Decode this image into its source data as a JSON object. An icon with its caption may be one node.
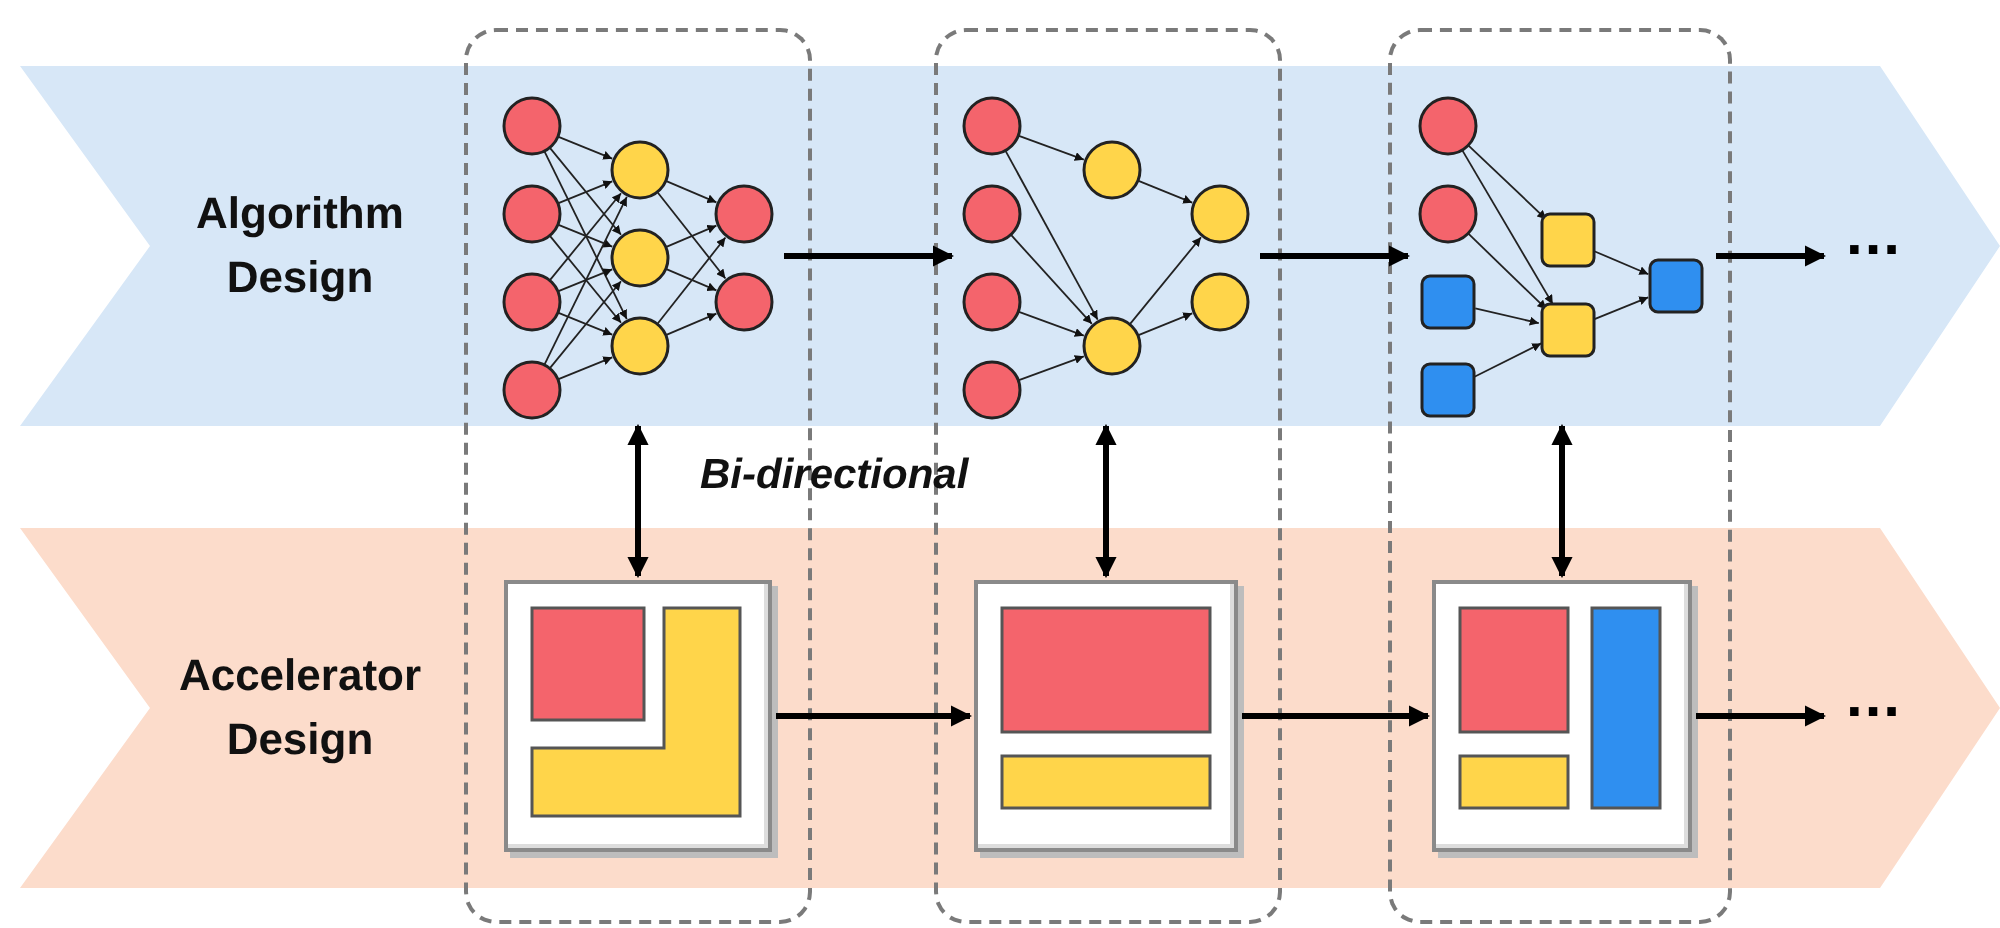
{
  "diagram": {
    "nodes": [
      {
        "text": [
          "Algorithm Design"
        ]
      },
      {
        "text": [
          "Accelerator Design"
        ]
      },
      {
        "text": [],
        "shape": "picture",
        "in": 0
      },
      {
        "text": [],
        "shape": "picture",
        "in": 0
      },
      {
        "text": [],
        "shape": "picture",
        "in": 0
      },
      {
        "text": [
          "..."
        ],
        "in": 0
      },
      {
        "text": [],
        "shape": "picture",
        "in": 1
      },
      {
        "text": [],
        "shape": "picture",
        "in": 1
      },
      {
        "text": [],
        "shape": "picture",
        "in": 1
      },
      {
        "text": [
          "..."
        ],
        "in": 1
      }
    ],
    "edges": [
      {
        "from": 2,
        "to": 3,
        "arrow": "to"
      },
      {
        "from": 3,
        "to": 4,
        "arrow": "to"
      },
      {
        "from": 4,
        "to": 5,
        "arrow": "to"
      },
      {
        "from": 6,
        "to": 7,
        "arrow": "to"
      },
      {
        "from": 7,
        "to": 8,
        "arrow": "to"
      },
      {
        "from": 8,
        "to": 9,
        "arrow": "to"
      },
      {
        "from": 2,
        "to": 6,
        "arrow": "both"
      },
      {
        "from": 3,
        "to": 7,
        "arrow": "both"
      },
      {
        "from": 4,
        "to": 8,
        "arrow": "both"
      }
    ],
    "labels": [
      "Bi-directional"
    ]
  }
}
